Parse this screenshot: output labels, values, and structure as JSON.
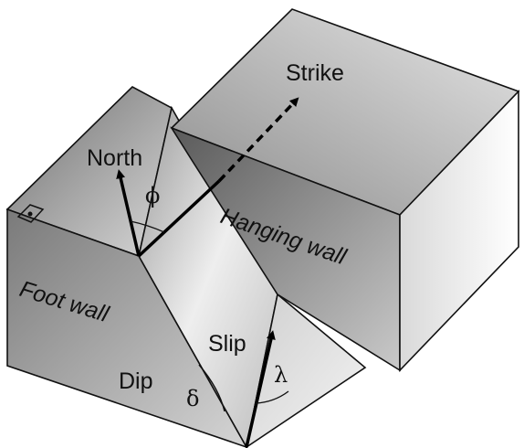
{
  "labels": {
    "strike": "Strike",
    "north": "North",
    "phi": "ϕ",
    "hanging_wall": "Hanging wall",
    "foot_wall": "Foot wall",
    "slip": "Slip",
    "dip": "Dip",
    "delta": "δ",
    "lambda": "λ"
  },
  "colors": {
    "outline": "#111111",
    "arrow": "#000000"
  }
}
